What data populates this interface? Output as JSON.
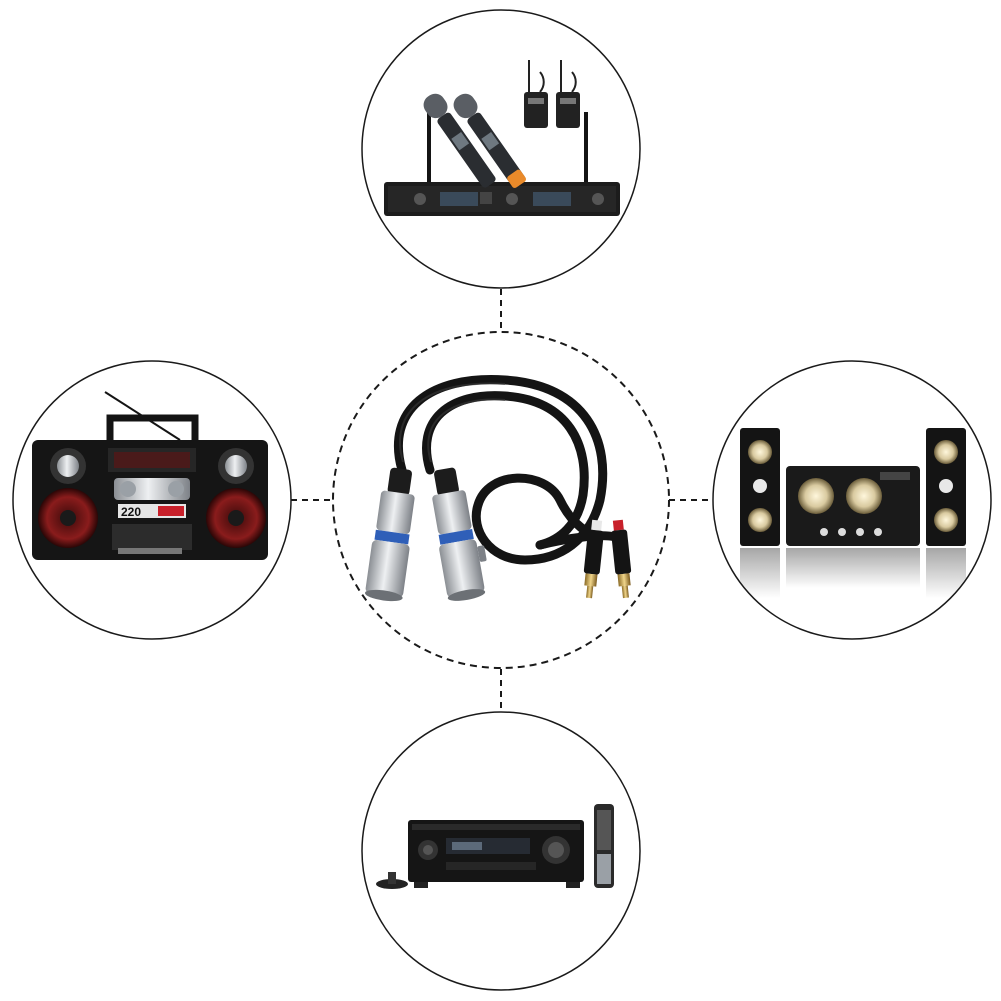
{
  "colors": {
    "background": "#ffffff",
    "circle_stroke": "#1a1a1a",
    "device_black": "#141414",
    "xlr_blue": "#2f5fb8",
    "rca_red": "#c8202a",
    "metal": "#c9ccd0",
    "gold": "#c9a24a",
    "speaker_cone": "#e6dcc0",
    "boombox_red": "#7a1616",
    "remote_grey": "#9aa0a6"
  },
  "center": {
    "label": "cable-xlr-to-rca-icon"
  },
  "devices": [
    {
      "position": "top",
      "label": "wireless-microphone-system-icon"
    },
    {
      "position": "left",
      "label": "boombox-radio-icon",
      "display_text": "220"
    },
    {
      "position": "right",
      "label": "speaker-system-icon"
    },
    {
      "position": "bottom",
      "label": "av-receiver-icon"
    }
  ]
}
